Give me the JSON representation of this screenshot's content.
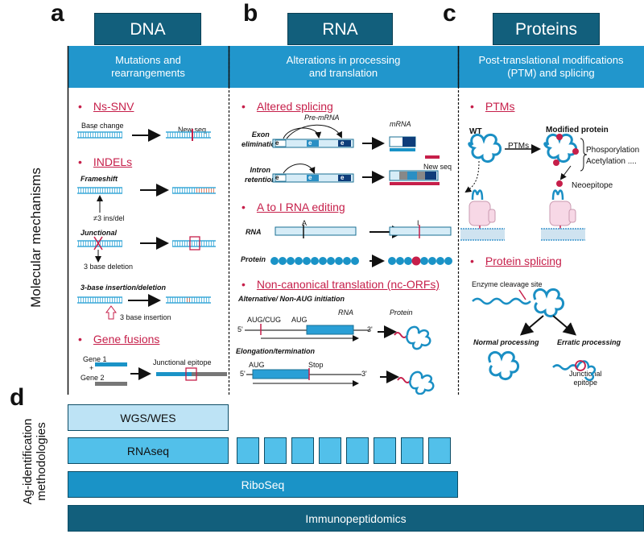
{
  "panels": {
    "a": {
      "letter": "a",
      "tab": "DNA",
      "band": [
        "Mutations and",
        "rearrangements"
      ]
    },
    "b": {
      "letter": "b",
      "tab": "RNA",
      "band": [
        "Alterations in processing",
        "and translation"
      ]
    },
    "c": {
      "letter": "c",
      "tab": "Proteins",
      "band": [
        "Post-translational modifications",
        "(PTM) and splicing"
      ]
    },
    "d": {
      "letter": "d"
    }
  },
  "side_label": "Molecular mechanisms",
  "method_label": [
    "Ag-identification",
    "methodologies"
  ],
  "dna": {
    "nssnv": "Ns-SNV",
    "base_change": "Base change",
    "new_seq": "New seq",
    "indels": "INDELs",
    "frameshift": "Frameshift",
    "ins_del": "≠3 ins/del",
    "junctional": "Junctional",
    "deletion3": "3 base deletion",
    "insdel3": "3-base insertion/deletion",
    "insertion3": "3 base insertion",
    "fusions": "Gene fusions",
    "gene1": "Gene 1",
    "plus": "+",
    "gene2": "Gene 2",
    "junct_epitope": "Junctional epitope"
  },
  "rna": {
    "splicing": "Altered splicing",
    "pre_mrna": "Pre-mRNA",
    "mrna": "mRNA",
    "exon_elim": [
      "Exon",
      "elimination"
    ],
    "intron_ret": [
      "Intron",
      "retention"
    ],
    "new_seq": "New seq",
    "editing": "A to I RNA editing",
    "rna_lbl": "RNA",
    "a": "A",
    "i": "I",
    "protein_lbl": "Protein",
    "ncorf": "Non-canonical translation (nc-ORFs)",
    "alt_init": "Alternative/ Non-AUG initiation",
    "rna_title": "RNA",
    "protein_title": "Protein",
    "aug_cug": "AUG/CUG",
    "aug": "AUG",
    "five": "5'",
    "three": "3'",
    "exon": "exon",
    "elongation": "Elongation/termination",
    "aug2": "AUG",
    "stop": "Stop",
    "e": "e"
  },
  "prot": {
    "ptms": "PTMs",
    "wt": "WT",
    "modified": "Modified protein",
    "ptms_arrow": "PTMs",
    "phos": "Phosporylation",
    "acet": "Acetylation ....",
    "neoepitope": "Neoepitope",
    "splicing": "Protein splicing",
    "cleavage": "Enzyme cleavage site",
    "normal": "Normal processing",
    "erratic": "Erratic processing",
    "junct": [
      "Junctional",
      "epitope"
    ]
  },
  "methods": [
    {
      "label": "WGS/WES",
      "color": "#bde3f5",
      "text_color": "#111111"
    },
    {
      "label": "RNAseq",
      "color": "#52c0ea",
      "text_color": "#111111"
    },
    {
      "label": "RiboSeq",
      "color": "#1a93c7",
      "text_color": "#ffffff"
    },
    {
      "label": "Immunopeptidomics",
      "color": "#125f7c",
      "text_color": "#ffffff"
    }
  ],
  "colors": {
    "tab": "#125f7c",
    "band": "#2196cc",
    "accent": "#c61f4a",
    "dna": "#3aa9d8",
    "protein": "#1a8fc4"
  }
}
